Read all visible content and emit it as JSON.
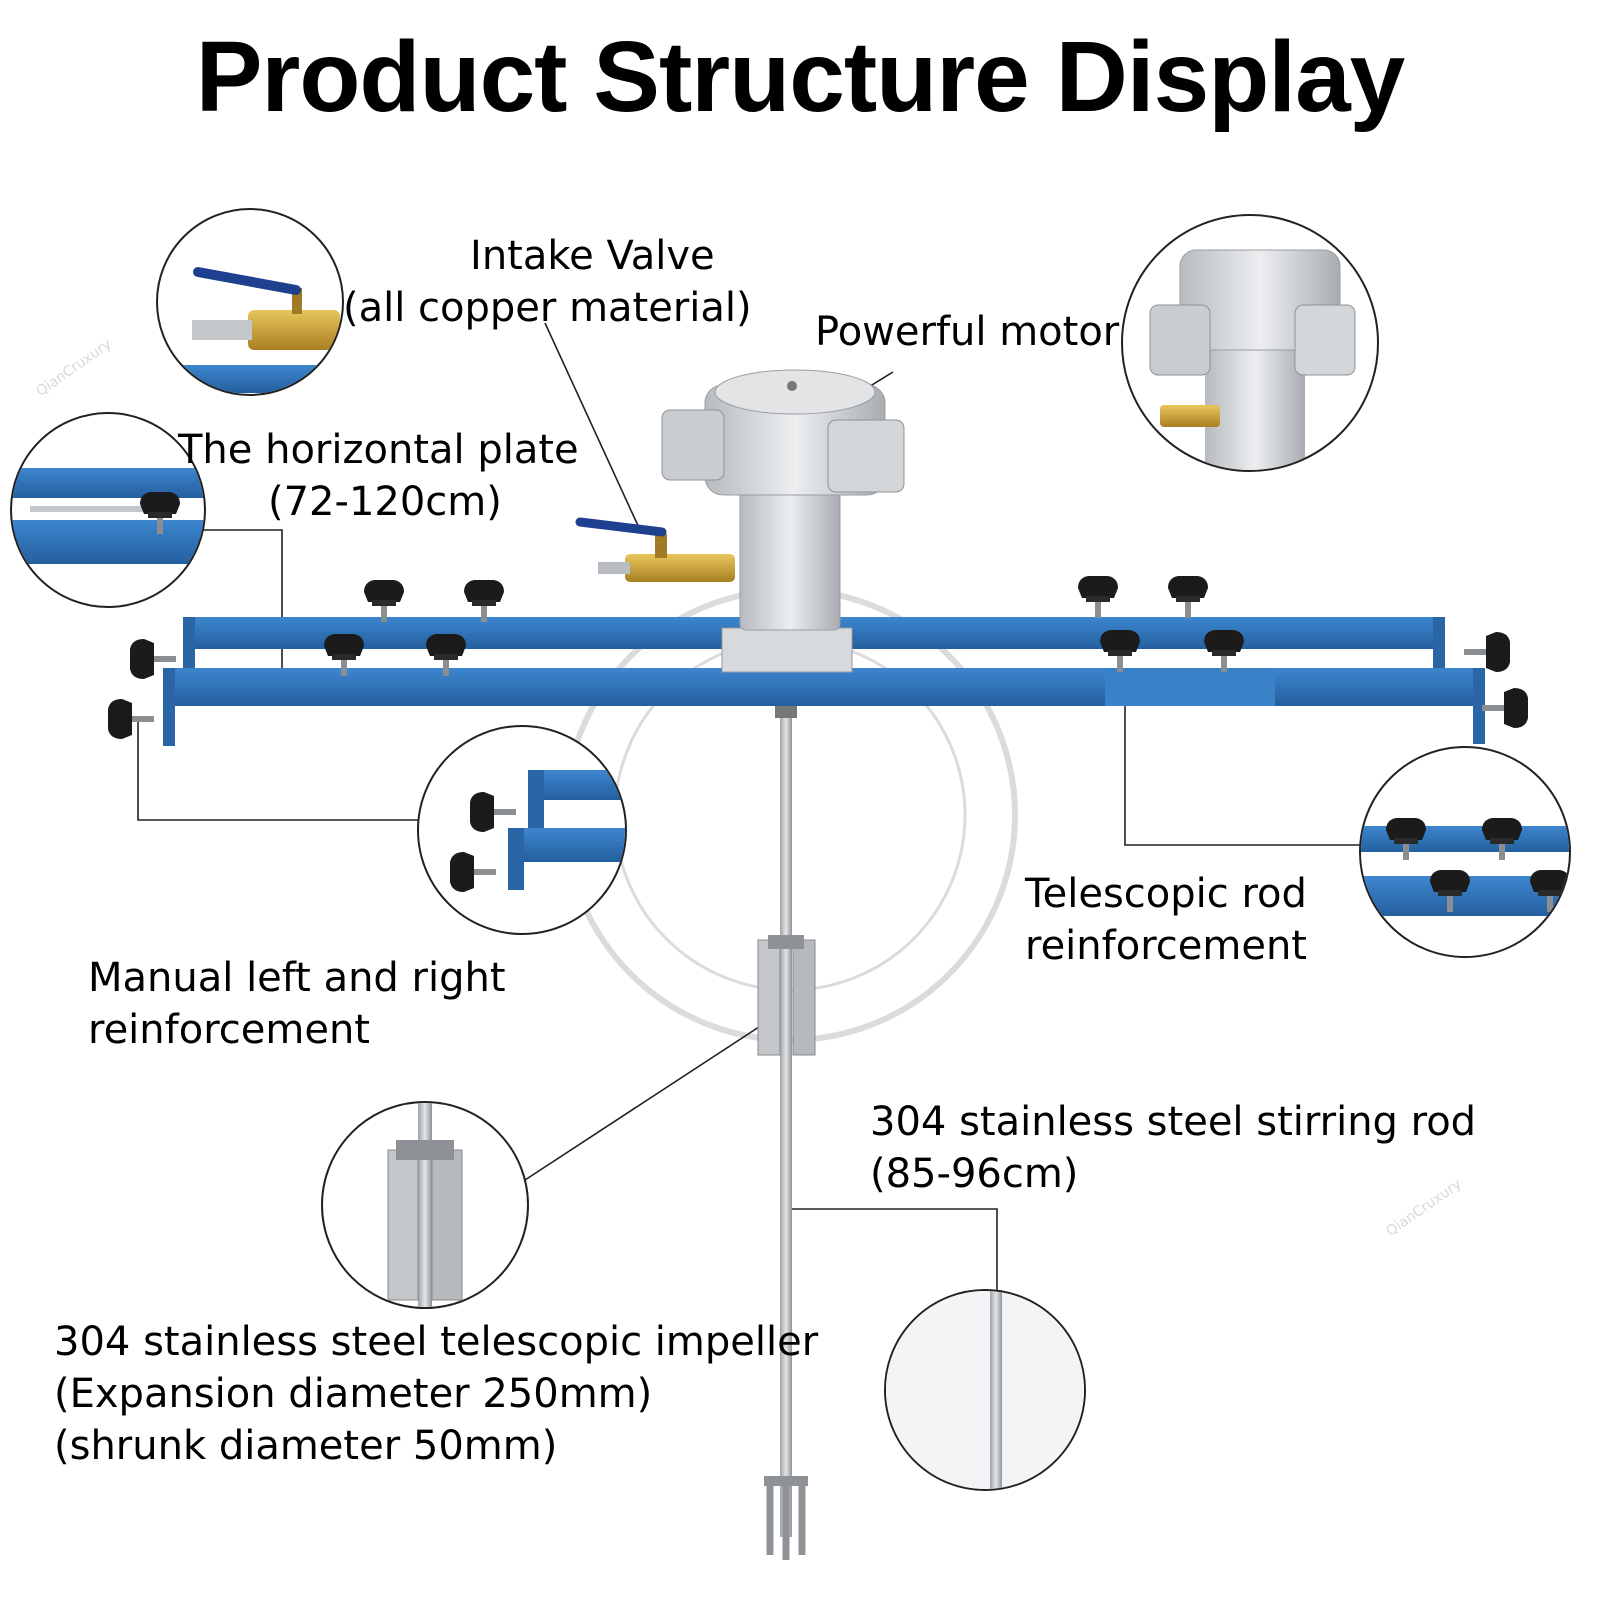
{
  "title": "Product Structure Display",
  "labels": {
    "intake_valve": [
      "Intake Valve",
      "(all copper material)"
    ],
    "motor": [
      "Powerful motor"
    ],
    "plate": [
      "The horizontal plate",
      "(72-120cm)"
    ],
    "manual": [
      "Manual left and right",
      "reinforcement"
    ],
    "telescopic_rod": [
      "Telescopic rod",
      "reinforcement"
    ],
    "stirring_rod": [
      "304 stainless steel stirring rod",
      "(85-96cm)"
    ],
    "impeller": [
      "304 stainless steel telescopic impeller",
      "(Expansion diameter 250mm)",
      "(shrunk diameter 50mm)"
    ]
  },
  "watermark": "QianCruxury",
  "colors": {
    "frame_blue": "#2f72b8",
    "frame_dark": "#1f5a96",
    "motor_silver": "#cfd2d6",
    "brass": "#c9a03a",
    "knob": "#1b1b1b",
    "rod": "#b9bcc0"
  }
}
